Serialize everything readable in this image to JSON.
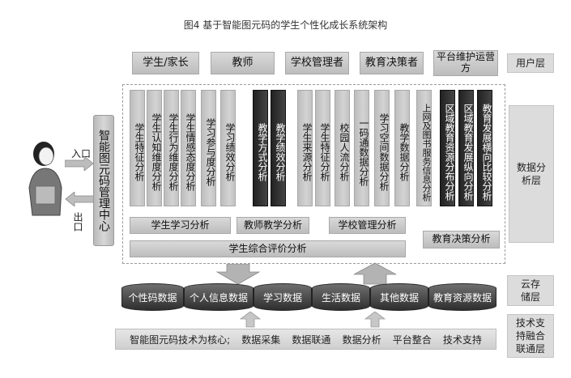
{
  "title": "图4  基于智能图元码的学生个性化成长系统架构",
  "users": [
    "学生/家长",
    "教师",
    "学校管理者",
    "教育决策者",
    "平台维护运营方"
  ],
  "layers": {
    "user": "用户层",
    "analysis": "数据分析层",
    "storage": "云存储层",
    "support": "技术支持融合联通层"
  },
  "center": {
    "label": "智能图元码管理中心",
    "entry": "入口",
    "exit": "出口"
  },
  "columns": [
    "学生特征分析",
    "学生认知维度分析",
    "学生行为维度分析",
    "学生情感态度分析",
    "学习参与度分析",
    "学习绩效分析",
    "教学方式分析",
    "教学绩效分析",
    "学生来源分析",
    "学生特征分析",
    "校园人流分析",
    "一码通数据分析",
    "学习空间数据分析",
    "教学数据分析",
    "上网及图书服务信息分析",
    "区域教育资源分布分析",
    "区域教育发展纵向分析",
    "教育发展横向比较分析"
  ],
  "groups": {
    "student": "学生学习分析",
    "teacher": "教师教学分析",
    "school": "学校管理分析",
    "overall": "学生综合评价分析",
    "decision": "教育决策分析"
  },
  "databases": [
    "个性码数据",
    "个人信息数据",
    "学习数据",
    "生活数据",
    "其他数据",
    "教育资源数据"
  ],
  "support_items": [
    "智能图元码技术为核心;",
    "数据采集",
    "数据联通",
    "数据分析",
    "平台整合",
    "技术支持"
  ]
}
